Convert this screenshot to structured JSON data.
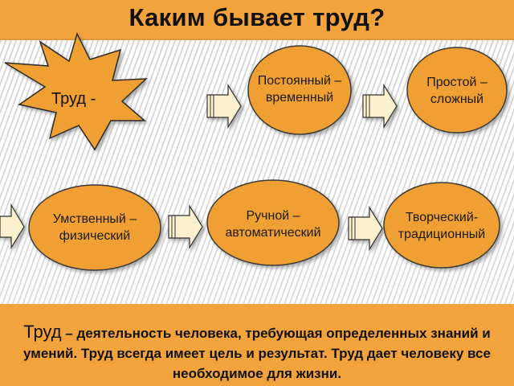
{
  "title": "Каким бывает труд?",
  "star": {
    "label": "Труд",
    "dash": "-"
  },
  "nodes": {
    "permanent": "Постоянный –\nвременный",
    "simple": "Простой –\nсложный",
    "mental": "Умственный –\nфизический",
    "manual": "Ручной –\nавтоматический",
    "creative": "Творческий-\nтрадиционный"
  },
  "definition": {
    "term": "Труд",
    "text": " – деятельность человека, требующая определенных знаний и умений. Труд всегда имеет цель и результат. Труд дает человеку все необходимое для жизни."
  },
  "colors": {
    "band": "#f2a33c",
    "node_fill": "#f0a030",
    "arrow_fill": "#fbf1cf"
  }
}
